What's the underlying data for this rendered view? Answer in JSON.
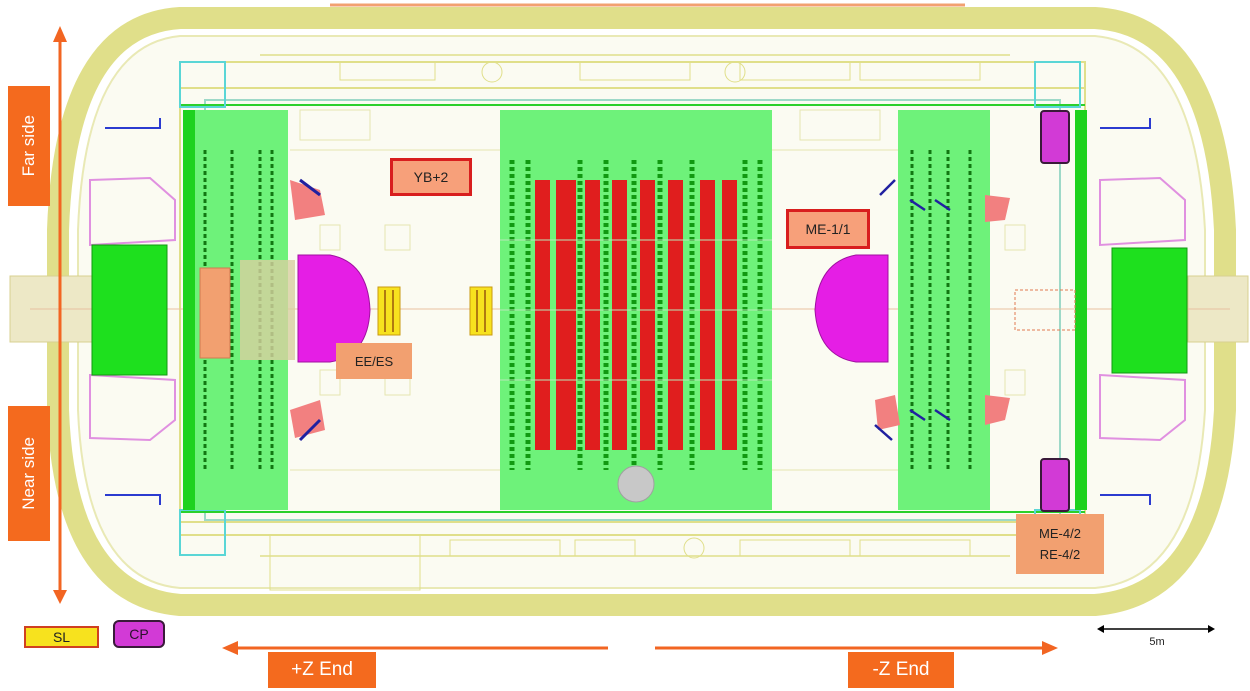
{
  "labels": {
    "yb": "YB+2",
    "me11": "ME-1/1",
    "eees": "EE/ES",
    "me42_line1": "ME-4/2",
    "me42_line2": "RE-4/2",
    "far_side": "Far side",
    "near_side": "Near side",
    "plus_z": "+Z End",
    "minus_z": "-Z End",
    "scale": "5m"
  },
  "legend": {
    "sl": "SL",
    "cp": "CP"
  },
  "colors": {
    "muon_green": "#6ef27a",
    "endcap_green": "#1ed21e",
    "ecal_magenta": "#e51ee5",
    "hcal_red": "#e01e1e",
    "arrow_orange": "#f26522",
    "cavern_yellow": "#e6e69a",
    "label_salmon": "#f2a070"
  },
  "icons": [
    "up-down-arrow-icon",
    "left-arrow-icon",
    "right-arrow-icon",
    "scale-bar-icon"
  ]
}
